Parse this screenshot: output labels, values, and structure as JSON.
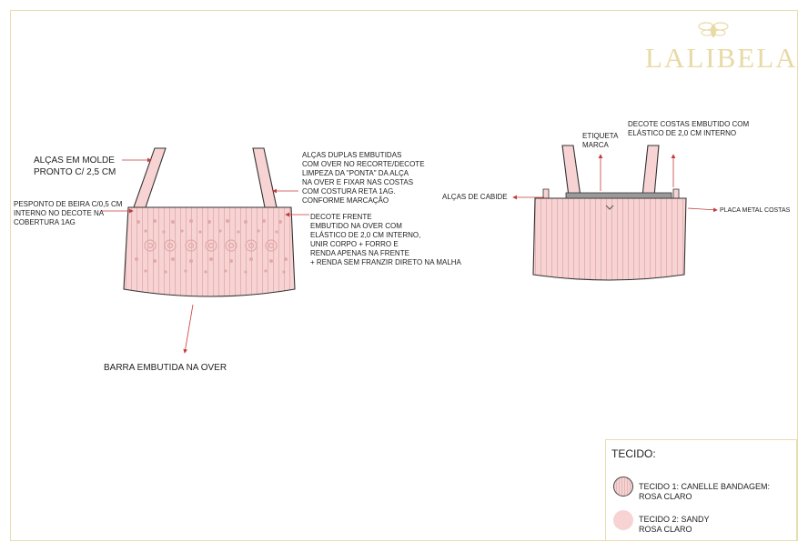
{
  "brand": {
    "name": "LALIBELA",
    "logo_icon": "bee-icon",
    "accent": "#e9d9a5"
  },
  "front": {
    "label_straps": "ALÇAS EM MOLDE\nPRONTO C/ 2,5 CM",
    "label_topstitch": "PESPONTO DE BEIRA C/0,5 CM\nINTERNO NO DECOTE NA\nCOBERTURA 1AG",
    "label_double_straps": "ALÇAS DUPLAS EMBUTIDAS\nCOM OVER NO RECORTE/DECOTE\nLIMPEZA DA \"PONTA\" DA ALÇA\nNA OVER E FIXAR NAS COSTAS\nCOM COSTURA RETA 1AG.\nCONFORME MARCAÇÃO",
    "label_neckline": "DECOTE FRENTE\nEMBUTIDO NA OVER COM\nELÁSTICO DE 2,0 CM INTERNO,\nUNIR CORPO + FORRO  E\nRENDA APENAS NA FRENTE\n+     RENDA SEM FRANZIR DIRETO NA MALHA",
    "label_hem": "BARRA EMBUTIDA NA OVER"
  },
  "back": {
    "label_label": "ETIQUETA\nMARCA",
    "label_back_neckline": "DECOTE COSTAS EMBUTIDO COM\nELÁSTICO DE 2,0 CM INTERNO",
    "label_hanger_loops": "ALÇAS DE CABIDE",
    "label_metal_plate": "PLACA METAL COSTAS"
  },
  "legend": {
    "title": "TECIDO:",
    "fabric1": "TECIDO 1: CANELLE BANDAGEM:\nROSA CLARO",
    "fabric2": "TECIDO 2: SANDY\nROSA CLARO"
  },
  "colors": {
    "fabric_pink": "#f7d3d3",
    "rib_line": "#e6b3b3",
    "lace": "#e2a9a9",
    "arrow": "#c83a3a",
    "band_gray": "#9a9a9a"
  }
}
